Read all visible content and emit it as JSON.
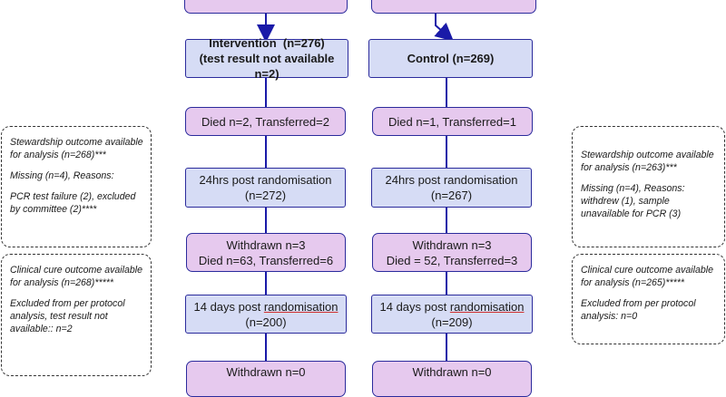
{
  "left_arm": {
    "intervention": {
      "title": "Intervention  (n=276)",
      "subtitle": "(test result not available n=2)"
    },
    "loss1": "Died n=2, Transferred=2",
    "timepoint1": {
      "line1": "24hrs post randomisation",
      "line2": "(n=272)"
    },
    "loss2": {
      "line1": "Withdrawn n=3",
      "line2": "Died n=63, Transferred=6"
    },
    "timepoint2": {
      "line1_pre": "14 days post ",
      "line1_underlined": "randomisation",
      "line2": "(n=200)"
    },
    "loss3": {
      "line1": "Withdrawn n=0"
    }
  },
  "right_arm": {
    "control": {
      "title": "Control (n=269)"
    },
    "loss1": "Died n=1, Transferred=1",
    "timepoint1": {
      "line1": "24hrs post randomisation",
      "line2": "(n=267)"
    },
    "loss2": {
      "line1": "Withdrawn n=3",
      "line2": "Died = 52, Transferred=3"
    },
    "timepoint2": {
      "line1_pre": "14 days post ",
      "line1_underlined": "randomisation",
      "line2": "(n=209)"
    },
    "loss3": {
      "line1": "Withdrawn n=0"
    }
  },
  "left_notes": {
    "stewardship": {
      "p1": "Stewardship outcome available for analysis (n=268)***",
      "p2": "Missing (n=4), Reasons:",
      "p3": "PCR test failure (2), excluded by committee (2)****"
    },
    "clinical": {
      "p1": "Clinical cure outcome available for analysis (n=268)*****",
      "p2": "Excluded from per protocol analysis, test result not available:: n=2"
    }
  },
  "right_notes": {
    "stewardship": {
      "p1": "Stewardship outcome available for analysis  (n=263)***",
      "p2": "Missing (n=4), Reasons: withdrew (1), sample unavailable for PCR (3)"
    },
    "clinical": {
      "p1": "Clinical cure outcome available for analysis (n=265)*****",
      "p2": "Excluded from per protocol analysis: n=0"
    }
  },
  "colors": {
    "purple_fill": "#e6c9ee",
    "blue_fill": "#d6dcf5",
    "border": "#2b2b9c",
    "line": "#1a1aa8"
  }
}
